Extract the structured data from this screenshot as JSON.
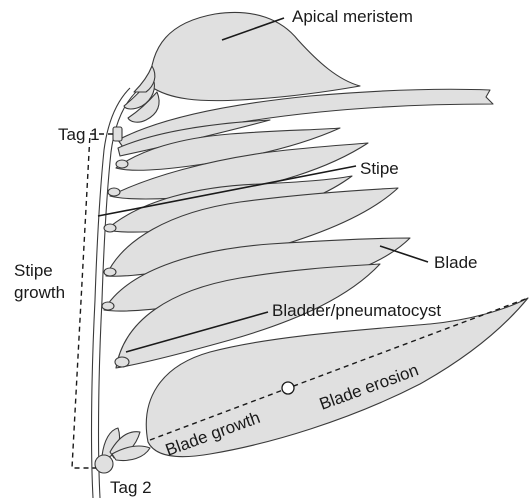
{
  "labels": {
    "apical_meristem": "Apical meristem",
    "tag1": "Tag 1",
    "stipe": "Stipe",
    "blade": "Blade",
    "stipe_growth_line1": "Stipe",
    "stipe_growth_line2": "growth",
    "bladder": "Bladder/pneumatocyst",
    "blade_erosion": "Blade erosion",
    "blade_growth": "Blade growth",
    "tag2": "Tag 2"
  },
  "colors": {
    "blade_fill": "#e0e0e0",
    "outline": "#3a3a3a",
    "text": "#1a1a1a"
  }
}
